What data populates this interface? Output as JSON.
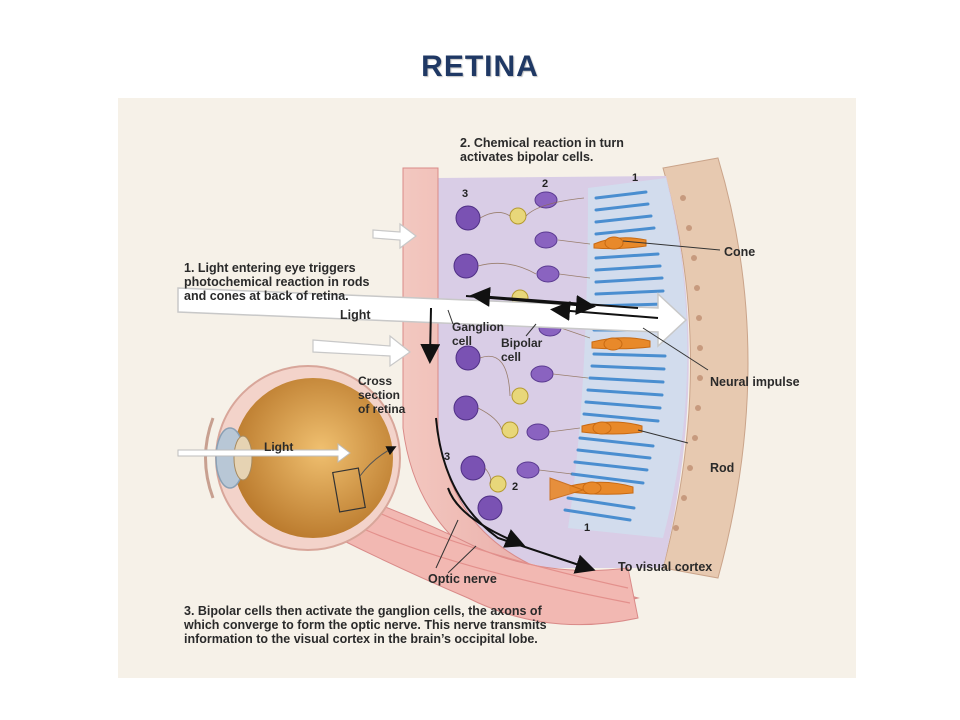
{
  "slide": {
    "title": "RETINA"
  },
  "labels": {
    "step2": "2. Chemical reaction in turn\nactivates bipolar cells.",
    "step1": "1. Light entering eye triggers\nphotochemical reaction in rods\nand cones at back of retina.",
    "light_top": "Light",
    "light_eye": "Light",
    "ganglion": "Ganglion\ncell",
    "bipolar": "Bipolar\ncell",
    "cross_section": "Cross\nsection\nof retina",
    "cone": "Cone",
    "neural_impulse": "Neural impulse",
    "rod": "Rod",
    "optic_nerve": "Optic nerve",
    "visual_cortex": "To visual cortex",
    "step3": "3. Bipolar cells then activate the ganglion cells, the axons of\nwhich converge to form the optic nerve. This nerve transmits\ninformation to the visual cortex in the brain’s occipital lobe."
  },
  "layer_numbers": {
    "top": [
      "3",
      "2",
      "1"
    ],
    "bottom": [
      "3",
      "2",
      "1"
    ]
  },
  "colors": {
    "title": "#1f3864",
    "background": "#f6f1e8",
    "retina_layer": "#d9cde6",
    "ganglion_cell": "#7a52b3",
    "bipolar_cell": "#e8d77a",
    "rod": "#4a8ed0",
    "cone": "#e8892a",
    "tissue": "#e9a9a8",
    "eyeball": "#d99a3c"
  }
}
